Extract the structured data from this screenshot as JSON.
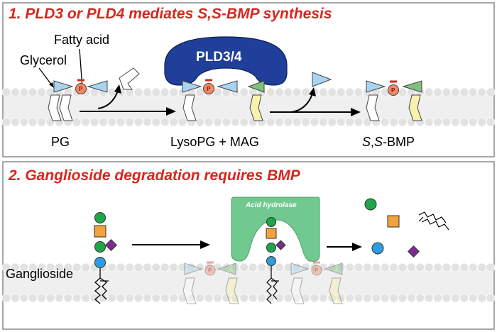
{
  "panel1": {
    "title": "1. PLD3 or PLD4 mediates S,S-BMP synthesis",
    "labels": {
      "fatty_acid": "Fatty acid",
      "glycerol": "Glycerol",
      "pg": "PG",
      "lysopg_mag": "LysoPG + MAG",
      "bmp_prefix_1": "S",
      "bmp_comma": ",",
      "bmp_prefix_2": "S",
      "bmp_suffix": "-BMP",
      "enzyme": "PLD3/4",
      "phosphate": "P"
    }
  },
  "panel2": {
    "title": "2. Ganglioside degradation requires BMP",
    "labels": {
      "ganglioside": "Ganglioside",
      "enzyme": "Acid hydrolase",
      "phosphate": "P"
    }
  },
  "colors": {
    "title_red": "#d7261e",
    "panel_border": "#8a8a8a",
    "membrane": "#e6e6e6",
    "enzyme_blue": "#1f3f9a",
    "enzyme_green": "#72c98f",
    "glycerol_blue": "#a8d4f0",
    "fatty_acid_green": "#7fc07c",
    "phosphate_orange": "#f08a64",
    "tail_white": "#ffffff",
    "tail_yellow": "#f7f2ae",
    "sugar_green": "#1fa64a",
    "sugar_orange": "#f2a23a",
    "sugar_purple": "#7b2a8e",
    "sugar_blue": "#2d9de0"
  }
}
